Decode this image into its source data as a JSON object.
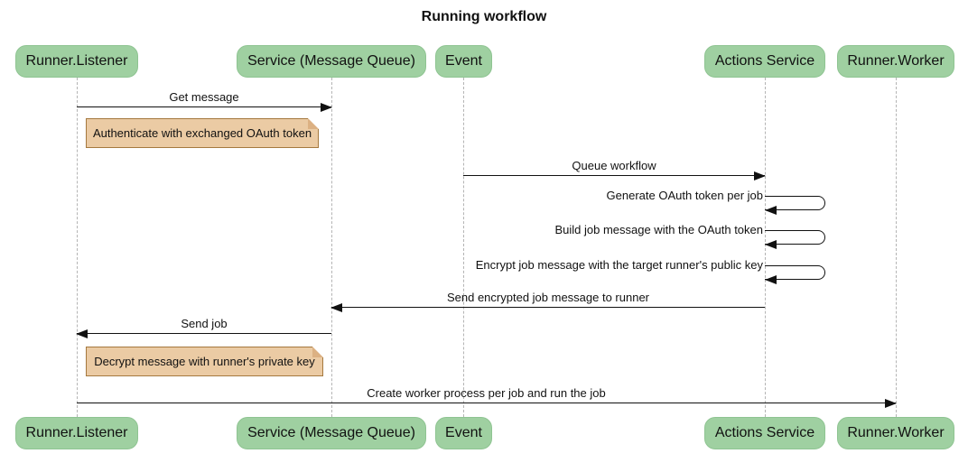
{
  "title": "Running workflow",
  "colors": {
    "participant_fill": "#9fd0a1",
    "participant_border": "#8fc492",
    "note_fill": "#ebcba4",
    "note_border": "#a5793f",
    "note_fold": "#dcb183",
    "lifeline": "#b4b4b4",
    "arrow": "#111111",
    "text": "#111111"
  },
  "participants": [
    {
      "label": "Runner.Listener"
    },
    {
      "label": "Service (Message Queue)"
    },
    {
      "label": "Event"
    },
    {
      "label": "Actions Service"
    },
    {
      "label": "Runner.Worker"
    }
  ],
  "messages": [
    {
      "text": "Get message",
      "from": "Runner.Listener",
      "to": "Service (Message Queue)"
    },
    {
      "text": "Queue workflow",
      "from": "Event",
      "to": "Actions Service"
    },
    {
      "text": "Generate OAuth token per job",
      "from": "Actions Service",
      "to": "Actions Service"
    },
    {
      "text": "Build job message with the OAuth token",
      "from": "Actions Service",
      "to": "Actions Service"
    },
    {
      "text": "Encrypt job message with the target runner's public key",
      "from": "Actions Service",
      "to": "Actions Service"
    },
    {
      "text": "Send encrypted job message to runner",
      "from": "Actions Service",
      "to": "Service (Message Queue)"
    },
    {
      "text": "Send job",
      "from": "Service (Message Queue)",
      "to": "Runner.Listener"
    },
    {
      "text": "Create worker process per job and run the job",
      "from": "Runner.Listener",
      "to": "Runner.Worker"
    }
  ],
  "notes": [
    {
      "text": "Authenticate with exchanged OAuth token",
      "anchor": "Runner.Listener"
    },
    {
      "text": "Decrypt message with runner's private key",
      "anchor": "Runner.Listener"
    }
  ]
}
